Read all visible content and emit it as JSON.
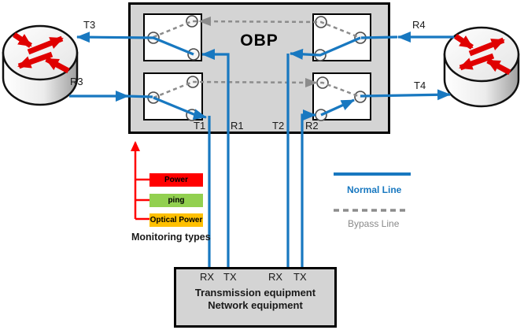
{
  "diagram": {
    "obp_label": "OBP",
    "links": {
      "t3": "T3",
      "r3": "R3",
      "r4": "R4",
      "t4": "T4"
    },
    "obp_ports": {
      "t1": "T1",
      "r1": "R1",
      "t2": "T2",
      "r2": "R2"
    },
    "equipment": {
      "ports": [
        "RX",
        "TX",
        "RX",
        "TX"
      ],
      "title_line1": "Transmission equipment",
      "title_line2": "Network equipment"
    },
    "monitoring": {
      "title": "Monitoring types",
      "items": [
        {
          "label": "Power",
          "color": "#FF0000"
        },
        {
          "label": "ping",
          "color": "#92D050"
        },
        {
          "label": "Optical Power",
          "color": "#FFC000"
        }
      ],
      "arrow_color": "#FF0000"
    },
    "legend": {
      "normal_label": "Normal Line",
      "bypass_label": "Bypass Line",
      "normal_color": "#1878C0",
      "bypass_color": "#8C8C8C"
    }
  }
}
